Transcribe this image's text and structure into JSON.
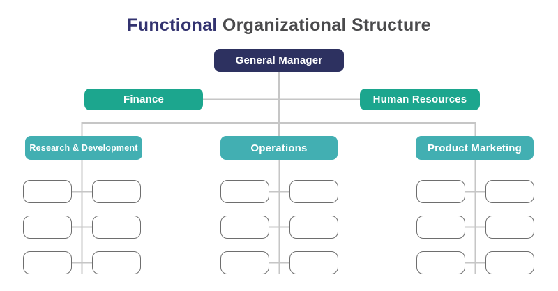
{
  "title": {
    "accent": "Functional",
    "rest": "Organizational Structure"
  },
  "colors": {
    "navy": "#2d3160",
    "teal": "#1ca68e",
    "light_teal": "#42afb2",
    "line": "#c6c6c6",
    "box_border": "#6e6e6e",
    "title_accent": "#333370",
    "title_rest": "#4a4a4c"
  },
  "nodes": {
    "general_manager": {
      "label": "General Manager"
    },
    "finance": {
      "label": "Finance"
    },
    "human_resources": {
      "label": "Human Resources"
    },
    "departments": [
      {
        "label": "Research & Development"
      },
      {
        "label": "Operations"
      },
      {
        "label": "Product Marketing"
      }
    ]
  },
  "placeholder_groups": [
    {
      "parent": "Research & Development",
      "rows": 3,
      "cols": 2,
      "boxes": 6
    },
    {
      "parent": "Operations",
      "rows": 3,
      "cols": 2,
      "boxes": 6
    },
    {
      "parent": "Product Marketing",
      "rows": 3,
      "cols": 2,
      "boxes": 6
    }
  ]
}
